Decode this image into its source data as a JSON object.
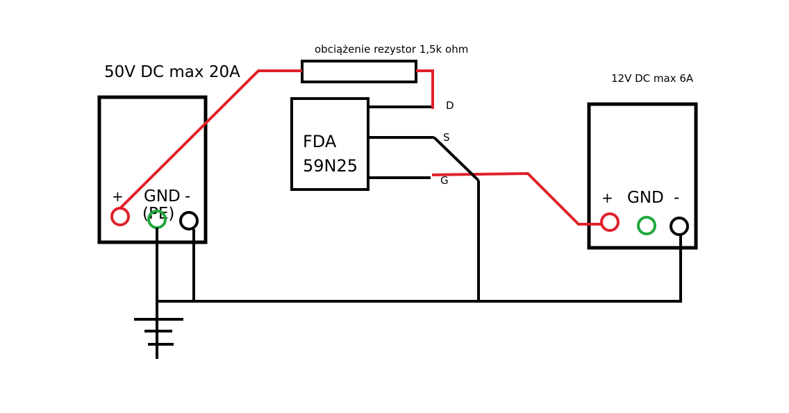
{
  "psu_left": {
    "title": "50V DC max 20A",
    "plus_label": "+",
    "gnd_label": "GND",
    "minus_label": "-",
    "pe_label": "(PE)"
  },
  "resistor": {
    "label": "obciążenie rezystor 1,5k ohm"
  },
  "mosfet": {
    "line1": "FDA",
    "line2": "59N25",
    "pin_d": "D",
    "pin_s": "S",
    "pin_g": "G"
  },
  "psu_right": {
    "title": "12V DC max 6A",
    "plus_label": "+",
    "gnd_label": "GND",
    "minus_label": "-"
  },
  "colors": {
    "wire_positive": "#e0202a",
    "wire_ground": "#000000",
    "terminal_gnd": "#1fa83c",
    "terminal_neg": "#000000"
  }
}
